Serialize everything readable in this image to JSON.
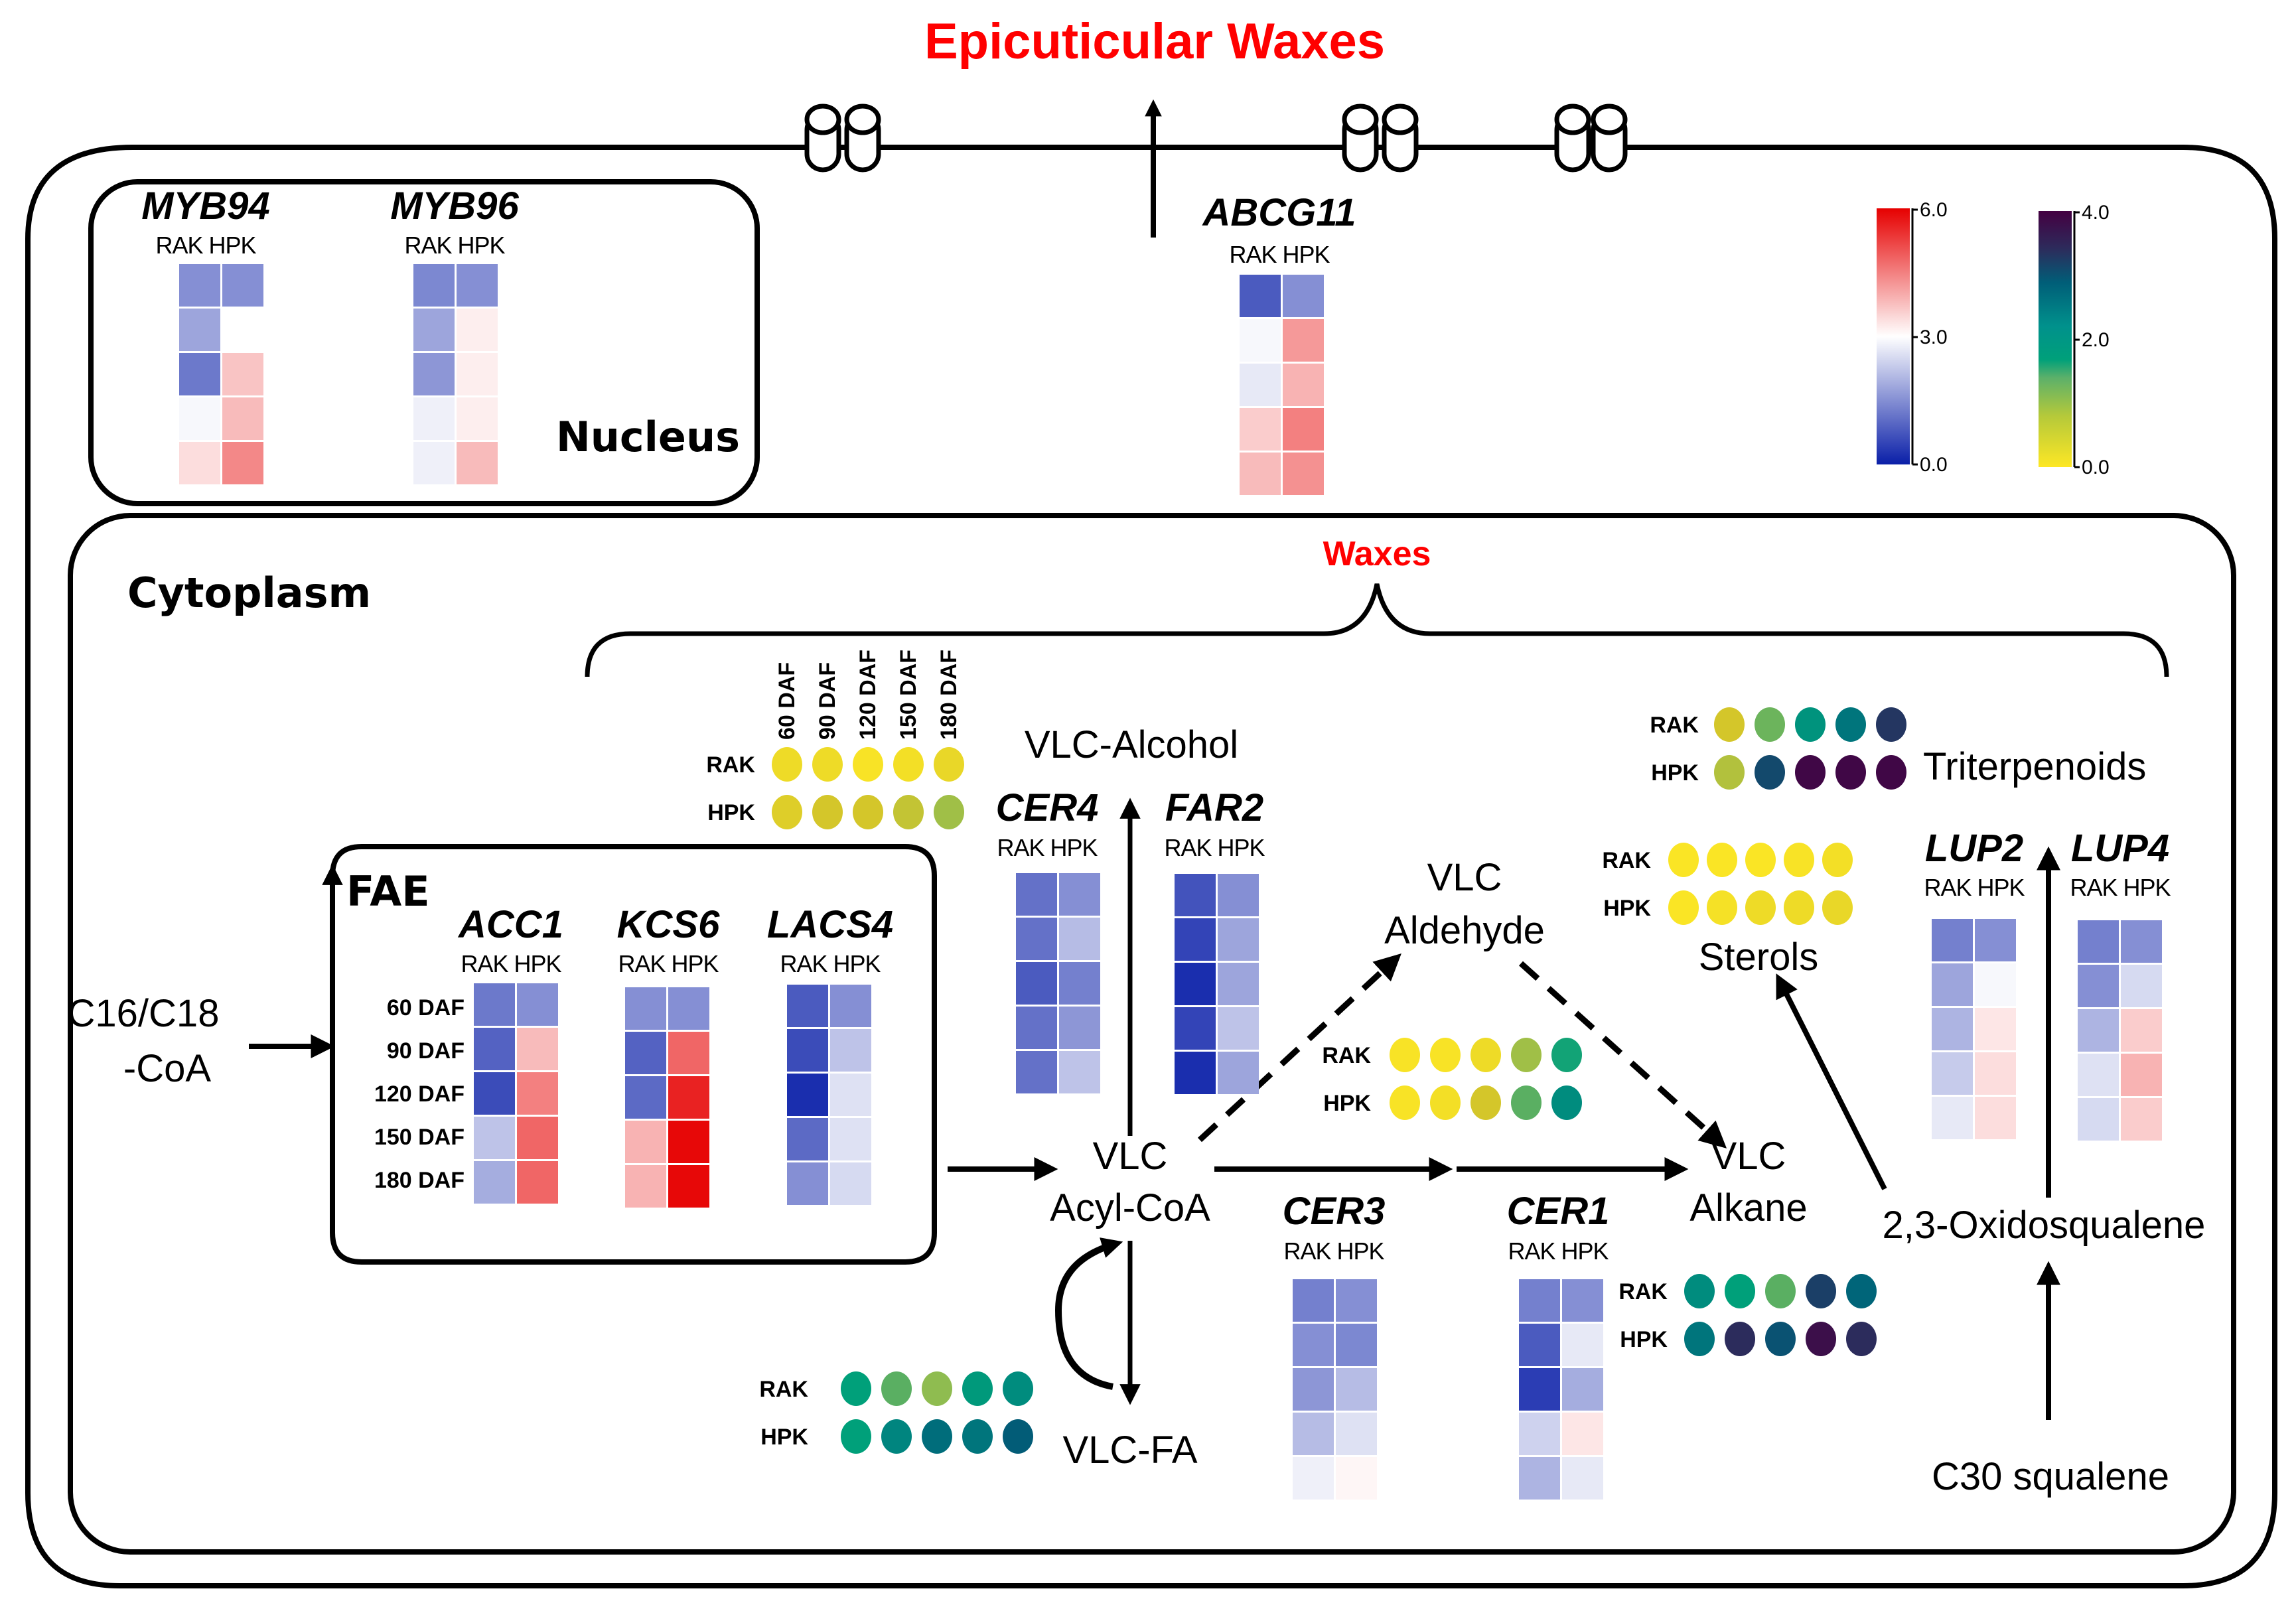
{
  "title": "Epicuticular Waxes",
  "compartments": {
    "nucleus": "Nucleus",
    "cytoplasm": "Cytoplasm",
    "fae": "FAE",
    "waxes": "Waxes"
  },
  "columns": [
    "RAK",
    "HPK"
  ],
  "timepoints": [
    "60 DAF",
    "90 DAF",
    "120 DAF",
    "150 DAF",
    "180 DAF"
  ],
  "metabolites": {
    "precursor": [
      "C16/C18",
      "-CoA"
    ],
    "vlc_acyl_coa": [
      "VLC",
      "Acyl-CoA"
    ],
    "vlc_alcohol": "VLC-Alcohol",
    "vlc_aldehyde": [
      "VLC",
      "Aldehyde"
    ],
    "vlc_alkane": [
      "VLC",
      "Alkane"
    ],
    "vlc_fa": "VLC-FA",
    "sterols": "Sterols",
    "triterpenoids": "Triterpenoids",
    "oxidosqualene": "2,3-Oxidosqualene",
    "squalene": "C30 squalene"
  },
  "legend": {
    "gene_scale": {
      "min": "0.0",
      "mid": "3.0",
      "max": "6.0",
      "colors": [
        "#0a1fa8",
        "#ffffff",
        "#e60000"
      ]
    },
    "metabolite_scale": {
      "min": "0.0",
      "mid": "2.0",
      "max": "4.0",
      "colors": [
        "#fde725",
        "#21918c",
        "#440154"
      ]
    }
  },
  "genes": [
    {
      "name": "MYB94",
      "rak": [
        1.5,
        1.8,
        1.2,
        2.9,
        3.4
      ],
      "hpk": [
        1.5,
        3.0,
        3.7,
        3.8,
        4.4
      ]
    },
    {
      "name": "MYB96",
      "rak": [
        1.4,
        1.8,
        1.6,
        2.8,
        2.8
      ],
      "hpk": [
        1.5,
        3.2,
        3.2,
        3.2,
        3.8
      ]
    },
    {
      "name": "ABCG11",
      "rak": [
        0.8,
        2.9,
        2.7,
        3.6,
        3.8
      ],
      "hpk": [
        1.5,
        4.2,
        3.9,
        4.5,
        4.3
      ]
    },
    {
      "name": "ACC1",
      "rak": [
        1.2,
        0.9,
        0.6,
        2.2,
        1.9
      ],
      "hpk": [
        1.5,
        3.8,
        4.5,
        4.8,
        4.8
      ]
    },
    {
      "name": "KCS6",
      "rak": [
        1.5,
        0.9,
        1.0,
        3.9,
        3.9
      ],
      "hpk": [
        1.5,
        4.8,
        5.6,
        5.9,
        5.9
      ]
    },
    {
      "name": "LACS4",
      "rak": [
        0.8,
        0.6,
        0.2,
        1.0,
        1.5
      ],
      "hpk": [
        1.5,
        2.2,
        2.6,
        2.6,
        2.5
      ]
    },
    {
      "name": "CER4",
      "rak": [
        1.1,
        1.1,
        0.8,
        1.1,
        1.1
      ],
      "hpk": [
        1.5,
        2.1,
        1.3,
        1.6,
        2.2
      ]
    },
    {
      "name": "FAR2",
      "rak": [
        0.7,
        0.5,
        0.2,
        0.5,
        0.2
      ],
      "hpk": [
        1.5,
        1.8,
        1.8,
        2.2,
        1.8
      ]
    },
    {
      "name": "CER3",
      "rak": [
        1.3,
        1.5,
        1.6,
        2.1,
        2.8
      ],
      "hpk": [
        1.5,
        1.4,
        2.1,
        2.6,
        3.1
      ]
    },
    {
      "name": "CER1",
      "rak": [
        1.3,
        0.8,
        0.4,
        2.4,
        2.0
      ],
      "hpk": [
        1.5,
        2.7,
        1.9,
        3.3,
        2.7
      ]
    },
    {
      "name": "LUP2",
      "rak": [
        1.3,
        1.8,
        2.0,
        2.3,
        2.7
      ],
      "hpk": [
        1.5,
        2.9,
        3.3,
        3.4,
        3.4
      ]
    },
    {
      "name": "LUP4",
      "rak": [
        1.3,
        1.5,
        2.0,
        2.6,
        2.5
      ],
      "hpk": [
        1.5,
        2.5,
        3.6,
        3.9,
        3.6
      ]
    }
  ],
  "metabolite_dots": [
    {
      "name": "alcohol",
      "rak": [
        0.3,
        0.3,
        0.1,
        0.2,
        0.4
      ],
      "hpk": [
        0.6,
        0.8,
        0.8,
        0.9,
        1.1
      ]
    },
    {
      "name": "aldehyde",
      "rak": [
        0.1,
        0.1,
        0.3,
        1.1,
        1.9
      ],
      "hpk": [
        0.1,
        0.2,
        0.8,
        1.5,
        2.3
      ]
    },
    {
      "name": "fatty_acid",
      "rak": [
        2.0,
        1.5,
        1.2,
        2.1,
        2.3
      ],
      "hpk": [
        2.0,
        2.4,
        2.7,
        2.6,
        2.9
      ]
    },
    {
      "name": "alkane",
      "rak": [
        2.3,
        2.0,
        1.5,
        3.2,
        2.8
      ],
      "hpk": [
        2.6,
        3.4,
        3.0,
        3.8,
        3.4
      ]
    },
    {
      "name": "sterols",
      "rak": [
        0.05,
        0.05,
        0.05,
        0.1,
        0.2
      ],
      "hpk": [
        0.05,
        0.15,
        0.3,
        0.3,
        0.4
      ]
    },
    {
      "name": "triterpenoids",
      "rak": [
        0.8,
        1.4,
        2.2,
        2.6,
        3.3
      ],
      "hpk": [
        1.0,
        3.1,
        3.9,
        3.9,
        3.9
      ]
    }
  ]
}
